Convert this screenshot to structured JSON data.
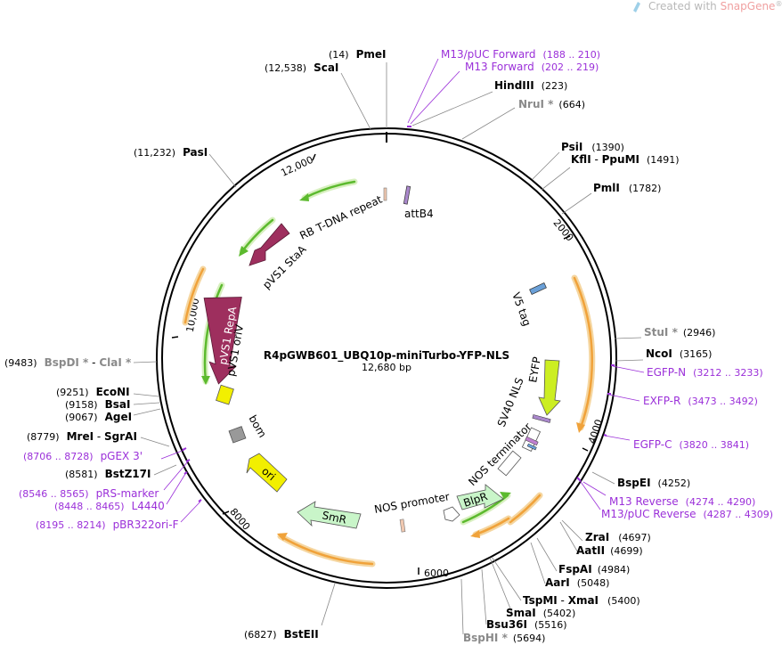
{
  "watermark": {
    "prefix": "Created with ",
    "brand": "SnapGene",
    "mark": "®"
  },
  "plasmid": {
    "name": "R4pGWB601_UBQ10p-miniTurbo-YFP-NLS",
    "size": "12,680 bp"
  },
  "ticks": [
    "12,000",
    "2000",
    "4000",
    "6000",
    "8000",
    "10,000"
  ],
  "sites": [
    {
      "pos": "(14)",
      "name": "PmeI",
      "style": "b"
    },
    {
      "pos": "(12,538)",
      "name": "ScaI",
      "style": "b"
    },
    {
      "name": "HindIII",
      "pos": "(223)",
      "style": "b"
    },
    {
      "name": "NruI *",
      "pos": "(664)",
      "style": "gray"
    },
    {
      "name": "PsiI",
      "pos": "(1390)",
      "style": "b"
    },
    {
      "name": "KflI",
      "sep": " - ",
      "name2": "PpuMI",
      "pos": "(1491)",
      "style": "b"
    },
    {
      "name": "PmlI",
      "pos": "(1782)",
      "style": "b"
    },
    {
      "name": "StuI *",
      "pos": "(2946)",
      "style": "gray"
    },
    {
      "name": "NcoI",
      "pos": "(3165)",
      "style": "b"
    },
    {
      "name": "BspEI",
      "pos": "(4252)",
      "style": "b"
    },
    {
      "name": "ZraI",
      "pos": "(4697)",
      "style": "b"
    },
    {
      "name": "AatII",
      "pos": "(4699)",
      "style": "b"
    },
    {
      "name": "FspAI",
      "pos": "(4984)",
      "style": "b"
    },
    {
      "name": "AarI",
      "pos": "(5048)",
      "style": "b"
    },
    {
      "name": "TspMI",
      "sep": " - ",
      "name2": "XmaI",
      "pos": "(5400)",
      "style": "b"
    },
    {
      "name": "SmaI",
      "pos": "(5402)",
      "style": "b"
    },
    {
      "name": "Bsu36I",
      "pos": "(5516)",
      "style": "b"
    },
    {
      "name": "BspHI *",
      "pos": "(5694)",
      "style": "gray"
    },
    {
      "pos": "(6827)",
      "name": "BstEII",
      "style": "b"
    },
    {
      "pos": "(8779)",
      "name": "MreI",
      "sep": " - ",
      "name2": "SgrAI",
      "style": "b"
    },
    {
      "pos": "(8581)",
      "name": "BstZ17I",
      "style": "b"
    },
    {
      "pos": "(9067)",
      "name": "AgeI",
      "style": "b"
    },
    {
      "pos": "(9158)",
      "name": "BsaI",
      "style": "b"
    },
    {
      "pos": "(9251)",
      "name": "EcoNI",
      "style": "b"
    },
    {
      "pos": "(9483)",
      "name": "BspDI *",
      "sep": " - ",
      "name2": "ClaI *",
      "style": "gray"
    },
    {
      "pos": "(11,232)",
      "name": "PasI",
      "style": "b"
    }
  ],
  "primers": [
    {
      "name": "M13/pUC Forward",
      "range": "(188 .. 210)"
    },
    {
      "name": "M13 Forward",
      "range": "(202 .. 219)"
    },
    {
      "name": "EGFP-N",
      "range": "(3212 .. 3233)"
    },
    {
      "name": "EXFP-R",
      "range": "(3473 .. 3492)"
    },
    {
      "name": "EGFP-C",
      "range": "(3820 .. 3841)"
    },
    {
      "name": "M13 Reverse",
      "range": "(4274 .. 4290)"
    },
    {
      "name": "M13/pUC Reverse",
      "range": "(4287 .. 4309)"
    },
    {
      "range": "(8706 .. 8728)",
      "name": "pGEX 3'"
    },
    {
      "range": "(8546 .. 8565)",
      "name": "pRS-marker"
    },
    {
      "range": "(8448 .. 8465)",
      "name": "L4440"
    },
    {
      "range": "(8195 .. 8214)",
      "name": "pBR322ori-F"
    }
  ],
  "features": {
    "rb_tdna": "RB T-DNA repeat",
    "attb4": "attB4",
    "pvs1_staa": "pVS1 StaA",
    "pvs1_repa": "pVS1 RepA",
    "pvs1_oriv": "pVS1 oriV",
    "bom": "bom",
    "ori": "ori",
    "smr": "SmR",
    "nos_promoter": "NOS promoter",
    "blpr": "BlpR",
    "nos_terminator": "NOS terminator",
    "sv40_nls": "SV40 NLS",
    "eyfp": "EYFP",
    "v5_tag": "V5 tag"
  },
  "colors": {
    "primer": "#9b30d9",
    "gray_site": "#8a8a8a",
    "repa": "#9e2f5e",
    "orf_orange": "#f0a23a",
    "orf_green": "#6cc43a",
    "eyfp": "#ccee22",
    "ori_yellow": "#f2ef00",
    "smr": "#c9f5c9"
  }
}
